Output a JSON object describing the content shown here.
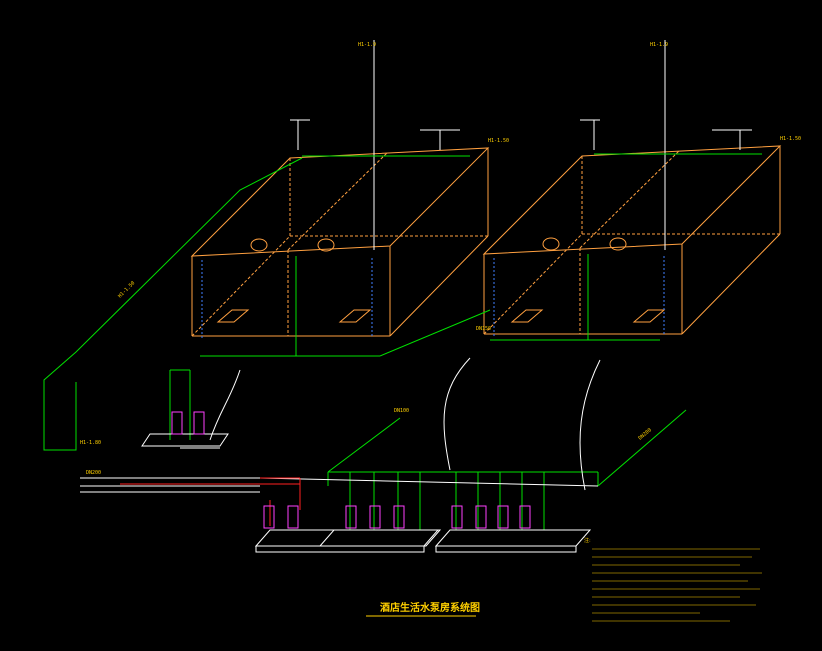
{
  "drawing": {
    "title": "酒店生活水泵房系统图",
    "notes_heading": "注:"
  },
  "labels": {
    "riser_top_left": "H1-1.9",
    "riser_top_right": "H1-1.9",
    "elev_tank_left": "H1-1.50",
    "elev_tank_right": "H1-1.50",
    "elev_left_pipe": "H1-1.50",
    "elev_left_bottom": "H1-1.80",
    "pipe_dn150": "DN150",
    "pipe_dn100": "DN100",
    "pipe_dn200": "DN200",
    "main_inlet": "DN200"
  },
  "colors": {
    "background": "#000000",
    "tank": "#ffa040",
    "pipe_green": "#00e000",
    "pipe_white": "#ffffff",
    "pipe_red": "#ff2020",
    "accent_blue": "#4080ff",
    "text_yellow": "#ffd000",
    "pump_magenta": "#ff40ff"
  }
}
